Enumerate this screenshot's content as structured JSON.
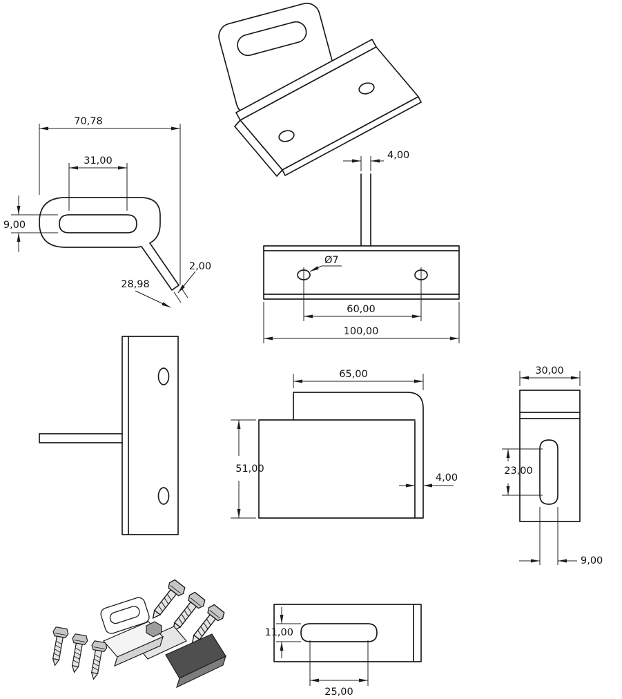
{
  "document": {
    "type": "technical-drawing",
    "sheet": "bracket-dimension-drawing"
  },
  "colors": {
    "background": "#ffffff",
    "line": "#1c1c1c"
  },
  "views": {
    "side": {
      "total_width": "70,78",
      "slot_length": "31,00",
      "slot_height": "9,00",
      "tail_length": "28,98",
      "tail_thickness": "2,00"
    },
    "front": {
      "tab_width": "4,00",
      "hole_diameter": "Ø7",
      "hole_spacing": "60,00",
      "total_width": "100,00"
    },
    "l_bracket": {
      "flange_length": "65,00",
      "height": "51,00",
      "thickness": "4,00"
    },
    "narrow": {
      "width": "30,00",
      "slot_length": "23,00",
      "slot_width": "9,00"
    },
    "bottom_plate": {
      "slot_height": "11,00",
      "slot_span": "25,00"
    }
  }
}
